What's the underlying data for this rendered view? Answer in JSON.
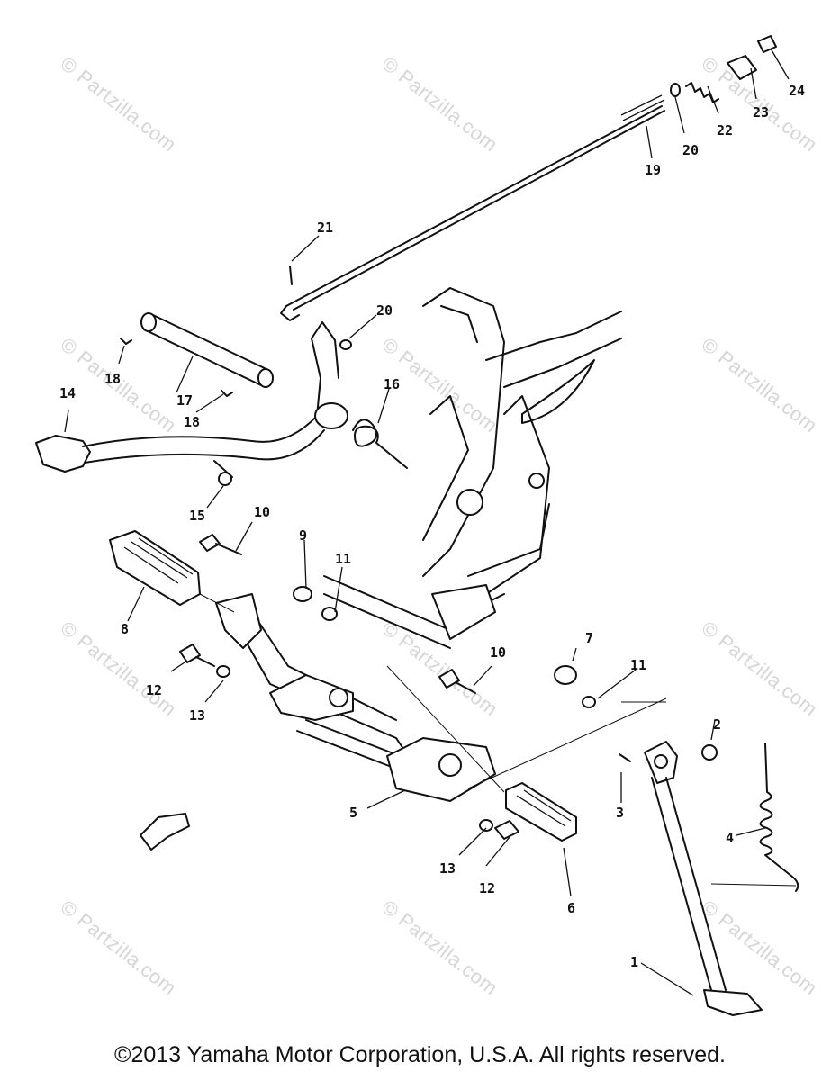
{
  "watermark": "© Partzilla.com",
  "copyright": "©2013 Yamaha Motor Corporation, U.S.A. All rights reserved.",
  "callouts": [
    "1",
    "2",
    "3",
    "4",
    "5",
    "6",
    "7",
    "8",
    "9",
    "10",
    "10",
    "11",
    "11",
    "12",
    "12",
    "13",
    "13",
    "14",
    "15",
    "16",
    "17",
    "18",
    "18",
    "19",
    "20",
    "20",
    "21",
    "22",
    "23",
    "24"
  ]
}
